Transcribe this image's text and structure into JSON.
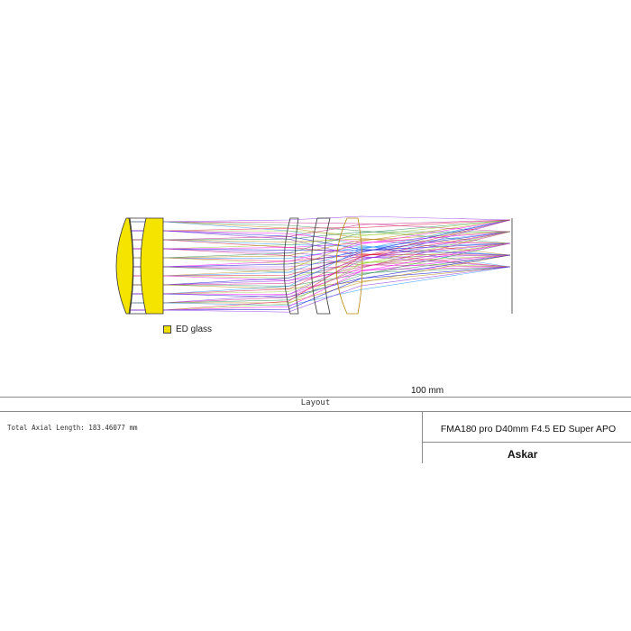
{
  "legend": {
    "label": "ED glass",
    "swatch_color": "#f0e000"
  },
  "scale": {
    "label": "100 mm"
  },
  "frame": {
    "section_label": "Layout"
  },
  "info": {
    "axial_length": "Total Axial Length: 183.46077 mm",
    "title": "FMA180 pro D40mm F4.5 ED Super APO",
    "brand": "Askar"
  },
  "ray_colors": [
    "#8a2be2",
    "#c71585",
    "#2e8b57",
    "#b8860b",
    "#1e90ff",
    "#dc143c",
    "#9acd32",
    "#ff00ff",
    "#0000cd"
  ]
}
